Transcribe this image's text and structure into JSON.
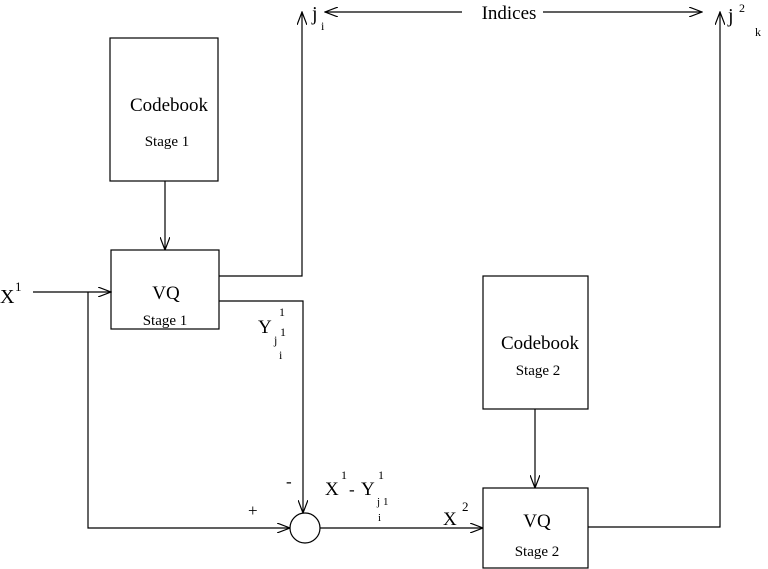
{
  "blocks": {
    "codebook1": {
      "title": "Codebook",
      "sub": "Stage 1"
    },
    "vq1": {
      "title": "VQ",
      "sub": "Stage 1"
    },
    "codebook2": {
      "title": "Codebook",
      "sub": "Stage 2"
    },
    "vq2": {
      "title": "VQ",
      "sub": "Stage 2"
    }
  },
  "labels": {
    "input": {
      "base": "X",
      "sup": "1"
    },
    "index1": {
      "base": "j",
      "sub": "i"
    },
    "index2": {
      "base": "j",
      "sup": "2",
      "sub": "k"
    },
    "indices": "Indices",
    "reconstruction": {
      "base": "Y",
      "sup": "1",
      "sub": "j",
      "subsup": "1",
      "subsub": "i"
    },
    "minus": "-",
    "plus": "+",
    "residual": {
      "a": "X",
      "a_sup": "1",
      "op": "-",
      "b": "Y",
      "b_sup": "1",
      "b_sub": "j",
      "b_subsup": "1",
      "b_subsub": "i"
    },
    "input2": {
      "base": "X",
      "sup": "2"
    }
  }
}
